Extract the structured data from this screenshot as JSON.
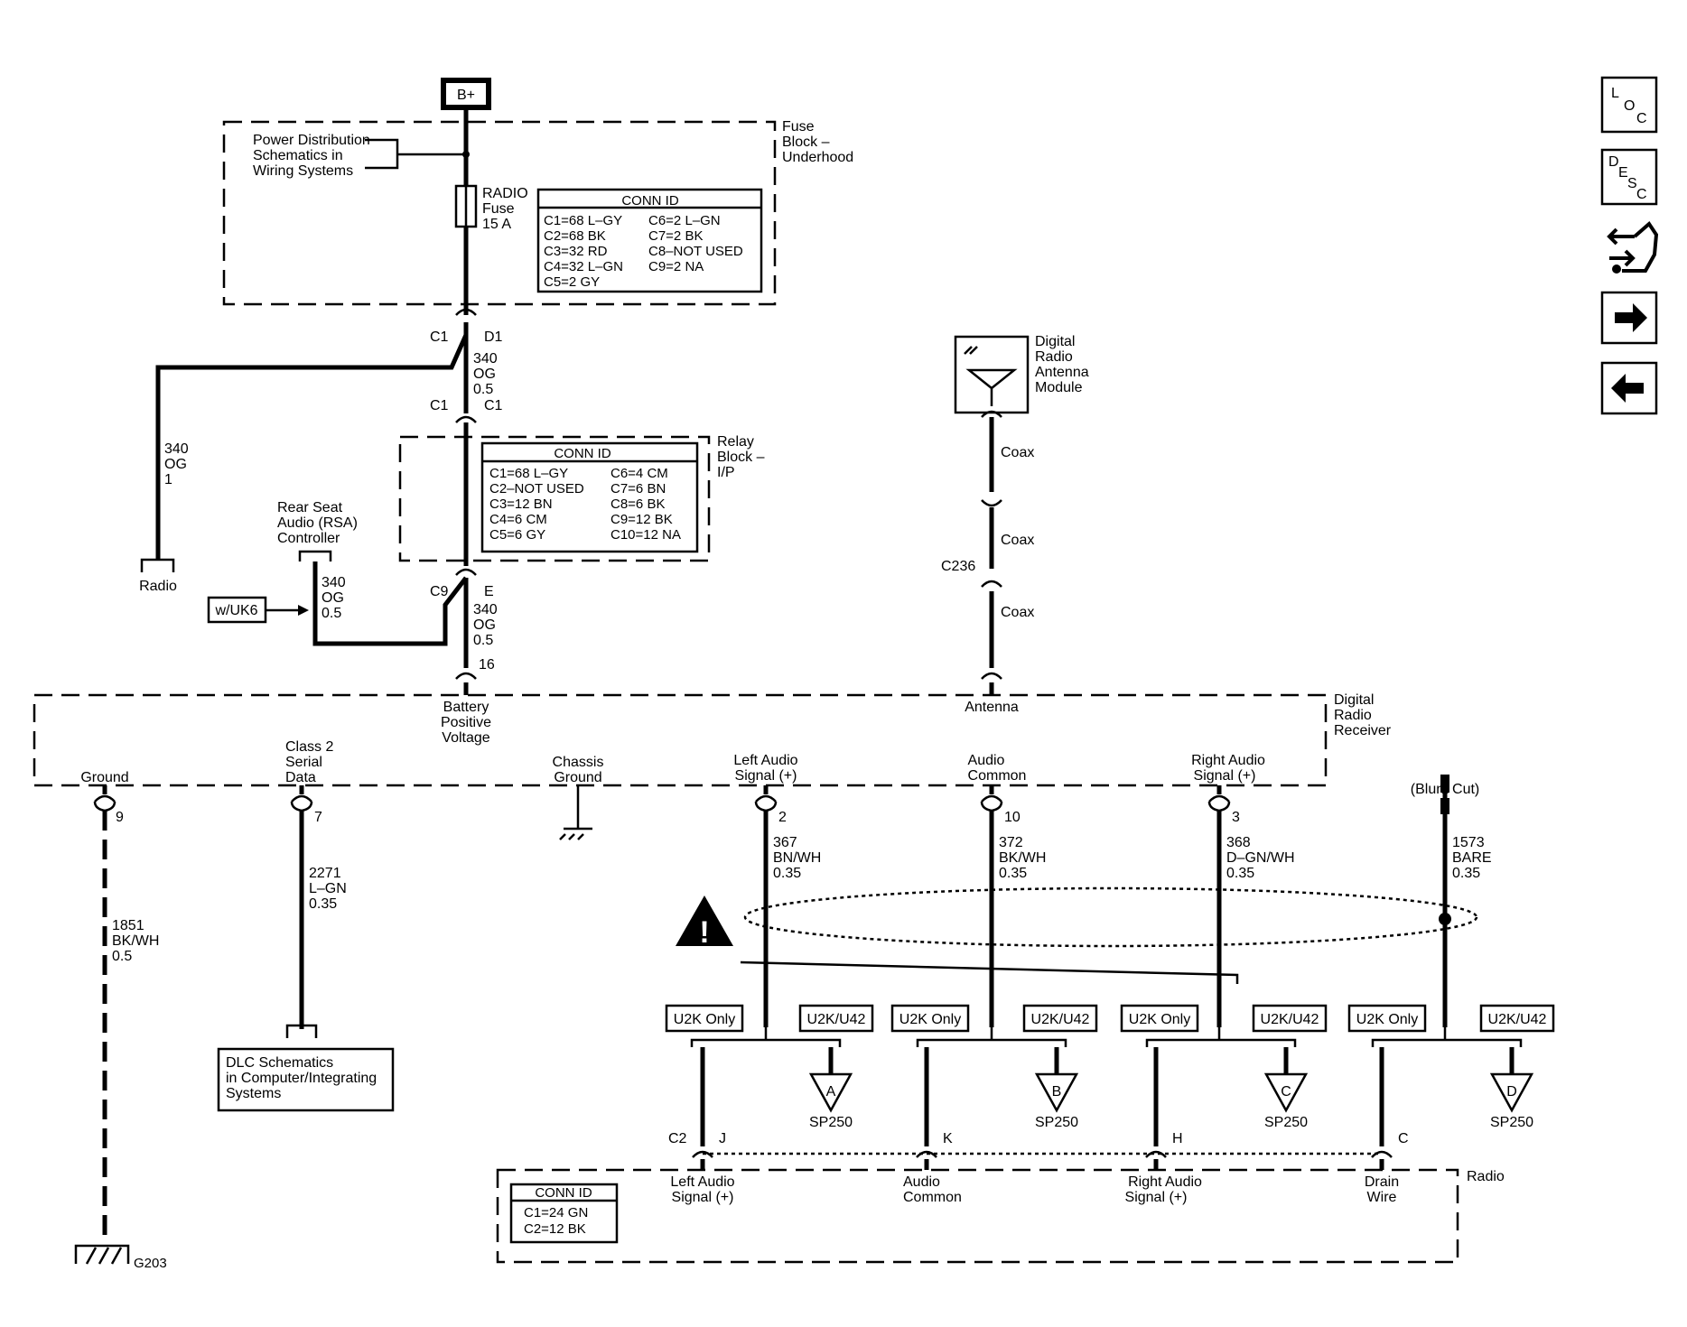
{
  "top": {
    "bplus": "B+"
  },
  "fuse_block": {
    "title": [
      "Fuse",
      "Block –",
      "Underhood"
    ],
    "power_ref": [
      "Power Distribution",
      "Schematics in",
      "Wiring Systems"
    ],
    "fuse": [
      "RADIO",
      "Fuse",
      "15 A"
    ],
    "conn_title": "CONN ID",
    "conn_left": [
      "C1=68 L–GY",
      "C2=68 BK",
      "C3=32 RD",
      "C4=32 L–GN",
      "C5=2 GY"
    ],
    "conn_right": [
      "C6=2 L–GN",
      "C7=2 BK",
      "C8–NOT USED",
      "C9=2 NA"
    ]
  },
  "relay_block": {
    "title": [
      "Relay",
      "Block –",
      "I/P"
    ],
    "conn_title": "CONN ID",
    "conn_left": [
      "C1=68 L–GY",
      "C2–NOT USED",
      "C3=12 BN",
      "C4=6 CM",
      "C5=6 GY"
    ],
    "conn_right": [
      "C6=4 CM",
      "C7=6 BN",
      "C8=6 BK",
      "C9=12 BK",
      "C10=12 NA"
    ]
  },
  "connectors": {
    "c1_top": "C1",
    "d1": "D1",
    "c1_left": "C1",
    "c1_right": "C1",
    "c9": "C9",
    "e": "E",
    "pin16": "16",
    "c236": "C236",
    "pin9": "9",
    "pin7": "7",
    "pin2": "2",
    "pin10": "10",
    "pin3": "3",
    "c2": "C2",
    "j": "J",
    "k": "K",
    "h": "H",
    "c": "C"
  },
  "wires": {
    "fuse_out": [
      "340",
      "OG",
      "0.5"
    ],
    "radio_feed": [
      "340",
      "OG",
      "1"
    ],
    "rsa_feed": [
      "340",
      "OG",
      "0.5"
    ],
    "relay_out": [
      "340",
      "OG",
      "0.5"
    ],
    "ground": [
      "1851",
      "BK/WH",
      "0.5"
    ],
    "class2": [
      "2271",
      "L–GN",
      "0.35"
    ],
    "left_audio": [
      "367",
      "BN/WH",
      "0.35"
    ],
    "audio_common": [
      "372",
      "BK/WH",
      "0.35"
    ],
    "right_audio": [
      "368",
      "D–GN/WH",
      "0.35"
    ],
    "drain": [
      "1573",
      "BARE",
      "0.35"
    ]
  },
  "components": {
    "radio_label": "Radio",
    "rsa": [
      "Rear Seat",
      "Audio (RSA)",
      "Controller"
    ],
    "option_tag": "w/UK6",
    "antenna_module": [
      "Digital",
      "Radio",
      "Antenna",
      "Module"
    ],
    "coax": [
      "Coax",
      "Coax",
      "Coax"
    ],
    "blunt_cut": "(Blunt Cut)",
    "dlc": [
      "DLC Schematics",
      "in Computer/Integrating",
      "Systems"
    ],
    "ground_ref": "G203"
  },
  "receiver": {
    "title": [
      "Digital",
      "Radio",
      "Receiver"
    ],
    "battery": [
      "Battery",
      "Positive",
      "Voltage"
    ],
    "antenna": "Antenna",
    "ground": "Ground",
    "class2": [
      "Class 2",
      "Serial",
      "Data"
    ],
    "chassis": [
      "Chassis",
      "Ground"
    ],
    "left_audio": [
      "Left Audio",
      "Signal (+)"
    ],
    "audio_common": [
      "Audio",
      "Common"
    ],
    "right_audio": [
      "Right Audio",
      "Signal (+)"
    ]
  },
  "options": {
    "u2k_only": "U2K Only",
    "u2k_u42": "U2K/U42"
  },
  "splices": {
    "labels": [
      "A",
      "B",
      "C",
      "D"
    ],
    "name": "SP250"
  },
  "radio": {
    "title": "Radio",
    "conn_title": "CONN ID",
    "conn": [
      "C1=24 GN",
      "C2=12 BK"
    ],
    "left_audio": [
      "Left Audio",
      "Signal (+)"
    ],
    "audio_common": [
      "Audio",
      "Common"
    ],
    "right_audio": [
      "Right Audio",
      "Signal (+)"
    ],
    "drain": [
      "Drain",
      "Wire"
    ]
  },
  "nav": {
    "loc": [
      "L",
      "O",
      "C"
    ],
    "desc": [
      "D",
      "E",
      "S",
      "C"
    ],
    "icons": [
      "connector-swap-icon",
      "arrow-right-icon",
      "arrow-left-icon"
    ]
  }
}
